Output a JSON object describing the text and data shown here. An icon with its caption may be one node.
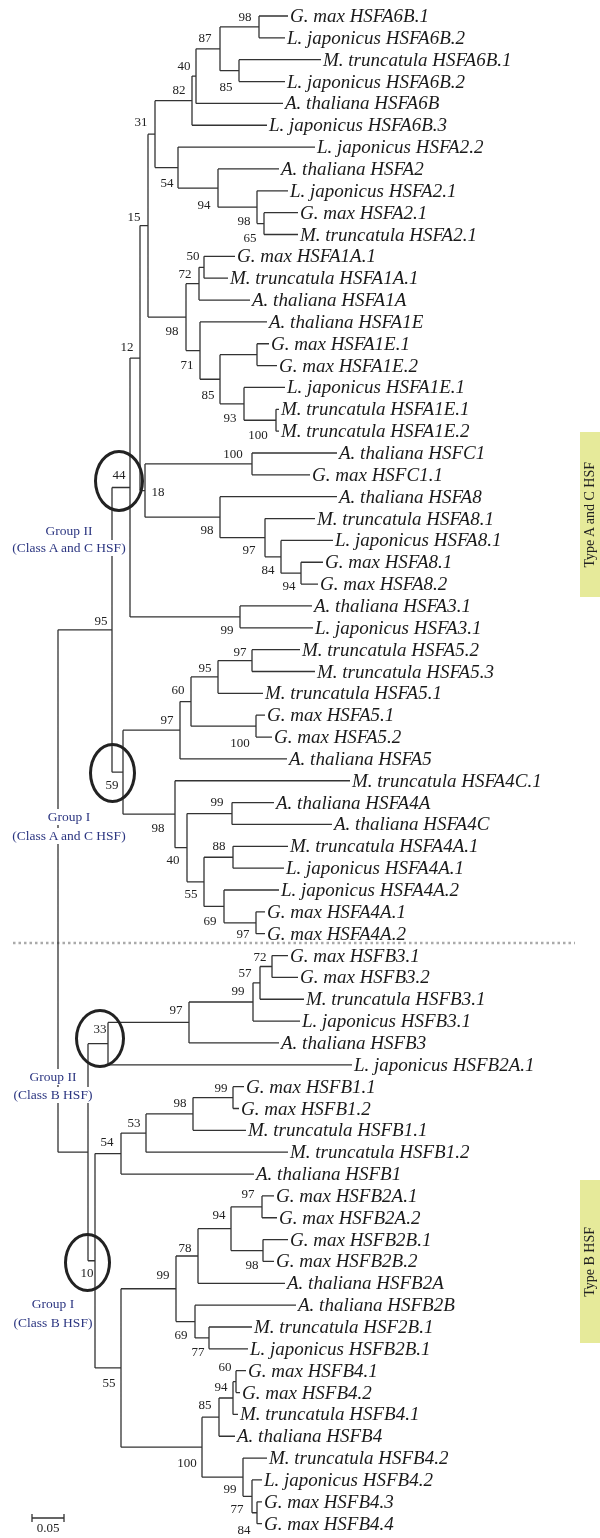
{
  "diagram": {
    "nodes": [
      {
        "text": [
          "Type A and C HSF"
        ]
      },
      {
        "text": [
          "44"
        ],
        "beside": [
          "Group II",
          "(Class A and C HSF)"
        ]
      },
      {
        "text": [
          "59"
        ],
        "beside": [
          "Group I",
          "(Class A and C HSF)"
        ]
      },
      {
        "text": [
          "33"
        ],
        "beside": [
          "Group II",
          "(Class B HSF)"
        ]
      },
      {
        "text": [
          "Type B HSF"
        ]
      },
      {
        "text": [
          "10"
        ],
        "beside": [
          "Group I",
          "(Class B HSF)"
        ]
      }
    ],
    "labels": [
      "G. max HSFA6B.1",
      "L. japonicus HSFA6B.2",
      "M. truncatula HSFA6B.1",
      "L. japonicus HSFA6B.2",
      "A. thaliana HSFA6B",
      "L. japonicus HSFA6B.3",
      "L. japonicus HSFA2.2",
      "A. thaliana HSFA2",
      "L. japonicus HSFA2.1",
      "G. max HSFA2.1",
      "M. truncatula HSFA2.1",
      "G. max HSFA1A.1",
      "M. truncatula HSFA1A.1",
      "A. thaliana HSFA1A",
      "A. thaliana HSFA1E",
      "G. max HSFA1E.1",
      "G. max HSFA1E.2",
      "L. japonicus HSFA1E.1",
      "M. truncatula HSFA1E.1",
      "M. truncatula HSFA1E.2",
      "A. thaliana HSFC1",
      "G. max HSFC1.1",
      "A. thaliana HSFA8",
      "M. truncatula HSFA8.1",
      "L. japonicus HSFA8.1",
      "G. max HSFA8.1",
      "G. max HSFA8.2",
      "A. thaliana HSFA3.1",
      "L. japonicus HSFA3.1",
      "M. truncatula HSFA5.2",
      "M. truncatula HSFA5.3",
      "M. truncatula HSFA5.1",
      "G. max HSFA5.1",
      "G. max HSFA5.2",
      "A. thaliana HSFA5",
      "M. truncatula HSFA4C.1",
      "A. thaliana HSFA4A",
      "A. thaliana HSFA4C",
      "M. truncatula HSFA4A.1",
      "L. japonicus HSFA4A.1",
      "L. japonicus HSFA4A.2",
      "G. max HSFA4A.1",
      "G. max HSFA4A.2",
      "G. max HSFB3.1",
      "G. max HSFB3.2",
      "M. truncatula HSFB3.1",
      "L. japonicus HSFB3.1",
      "A. thaliana HSFB3",
      "L. japonicus HSFB2A.1",
      "G. max HSFB1.1",
      "G. max HSFB1.2",
      "M. truncatula HSFB1.1",
      "M. truncatula HSFB1.2",
      "A. thaliana HSFB1",
      "G. max HSFB2A.1",
      "G. max HSFB2A.2",
      "G. max HSFB2B.1",
      "G. max HSFB2B.2",
      "A. thaliana HSFB2A",
      "A. thaliana HSFB2B",
      "M. truncatula HSF2B.1",
      "L. japonicus HSFB2B.1",
      "G. max HSFB4.1",
      "G. max HSFB4.2",
      "M. truncatula HSFB4.1",
      "A. thaliana HSFB4",
      "M. truncatula HSFB4.2",
      "L. japonicus HSFB4.2",
      "G. max HSFB4.3",
      "G. max HSFB4.4",
      "98",
      "87",
      "40",
      "85",
      "82",
      "31",
      "54",
      "94",
      "15",
      "98",
      "65",
      "50",
      "72",
      "98",
      "12",
      "71",
      "85",
      "93",
      "100",
      "100",
      "18",
      "98",
      "97",
      "84",
      "94",
      "95",
      "99",
      "97",
      "95",
      "60",
      "97",
      "100",
      "99",
      "98",
      "88",
      "40",
      "55",
      "69",
      "97",
      "72",
      "57",
      "99",
      "97",
      "99",
      "98",
      "53",
      "54",
      "97",
      "94",
      "78",
      "98",
      "99",
      "69",
      "77",
      "60",
      "55",
      "94",
      "85",
      "100",
      "99",
      "77",
      "84",
      "0.05"
    ]
  }
}
